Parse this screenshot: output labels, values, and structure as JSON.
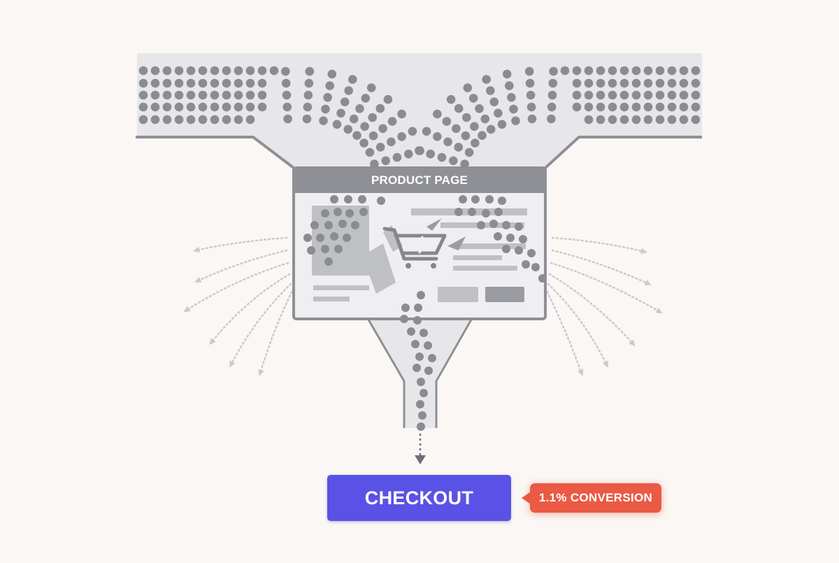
{
  "diagram": {
    "product_page_label": "PRODUCT PAGE",
    "checkout_label": "CHECKOUT",
    "conversion_label": "1.1% CONVERSION"
  },
  "colors": {
    "background": "#faf7f4",
    "funnel_fill": "#e7e7e9",
    "outline": "#8e9096",
    "dot": "#8a8c92",
    "page_header": "#8e9096",
    "placeholder": "#bfc0c4",
    "exit_arrow": "#c9cacf",
    "checkout_button": "#5a52e6",
    "conversion_badge": "#ea5a44"
  },
  "icons": {
    "cart": "broken-cart-icon",
    "exit": "arrow-icon"
  }
}
